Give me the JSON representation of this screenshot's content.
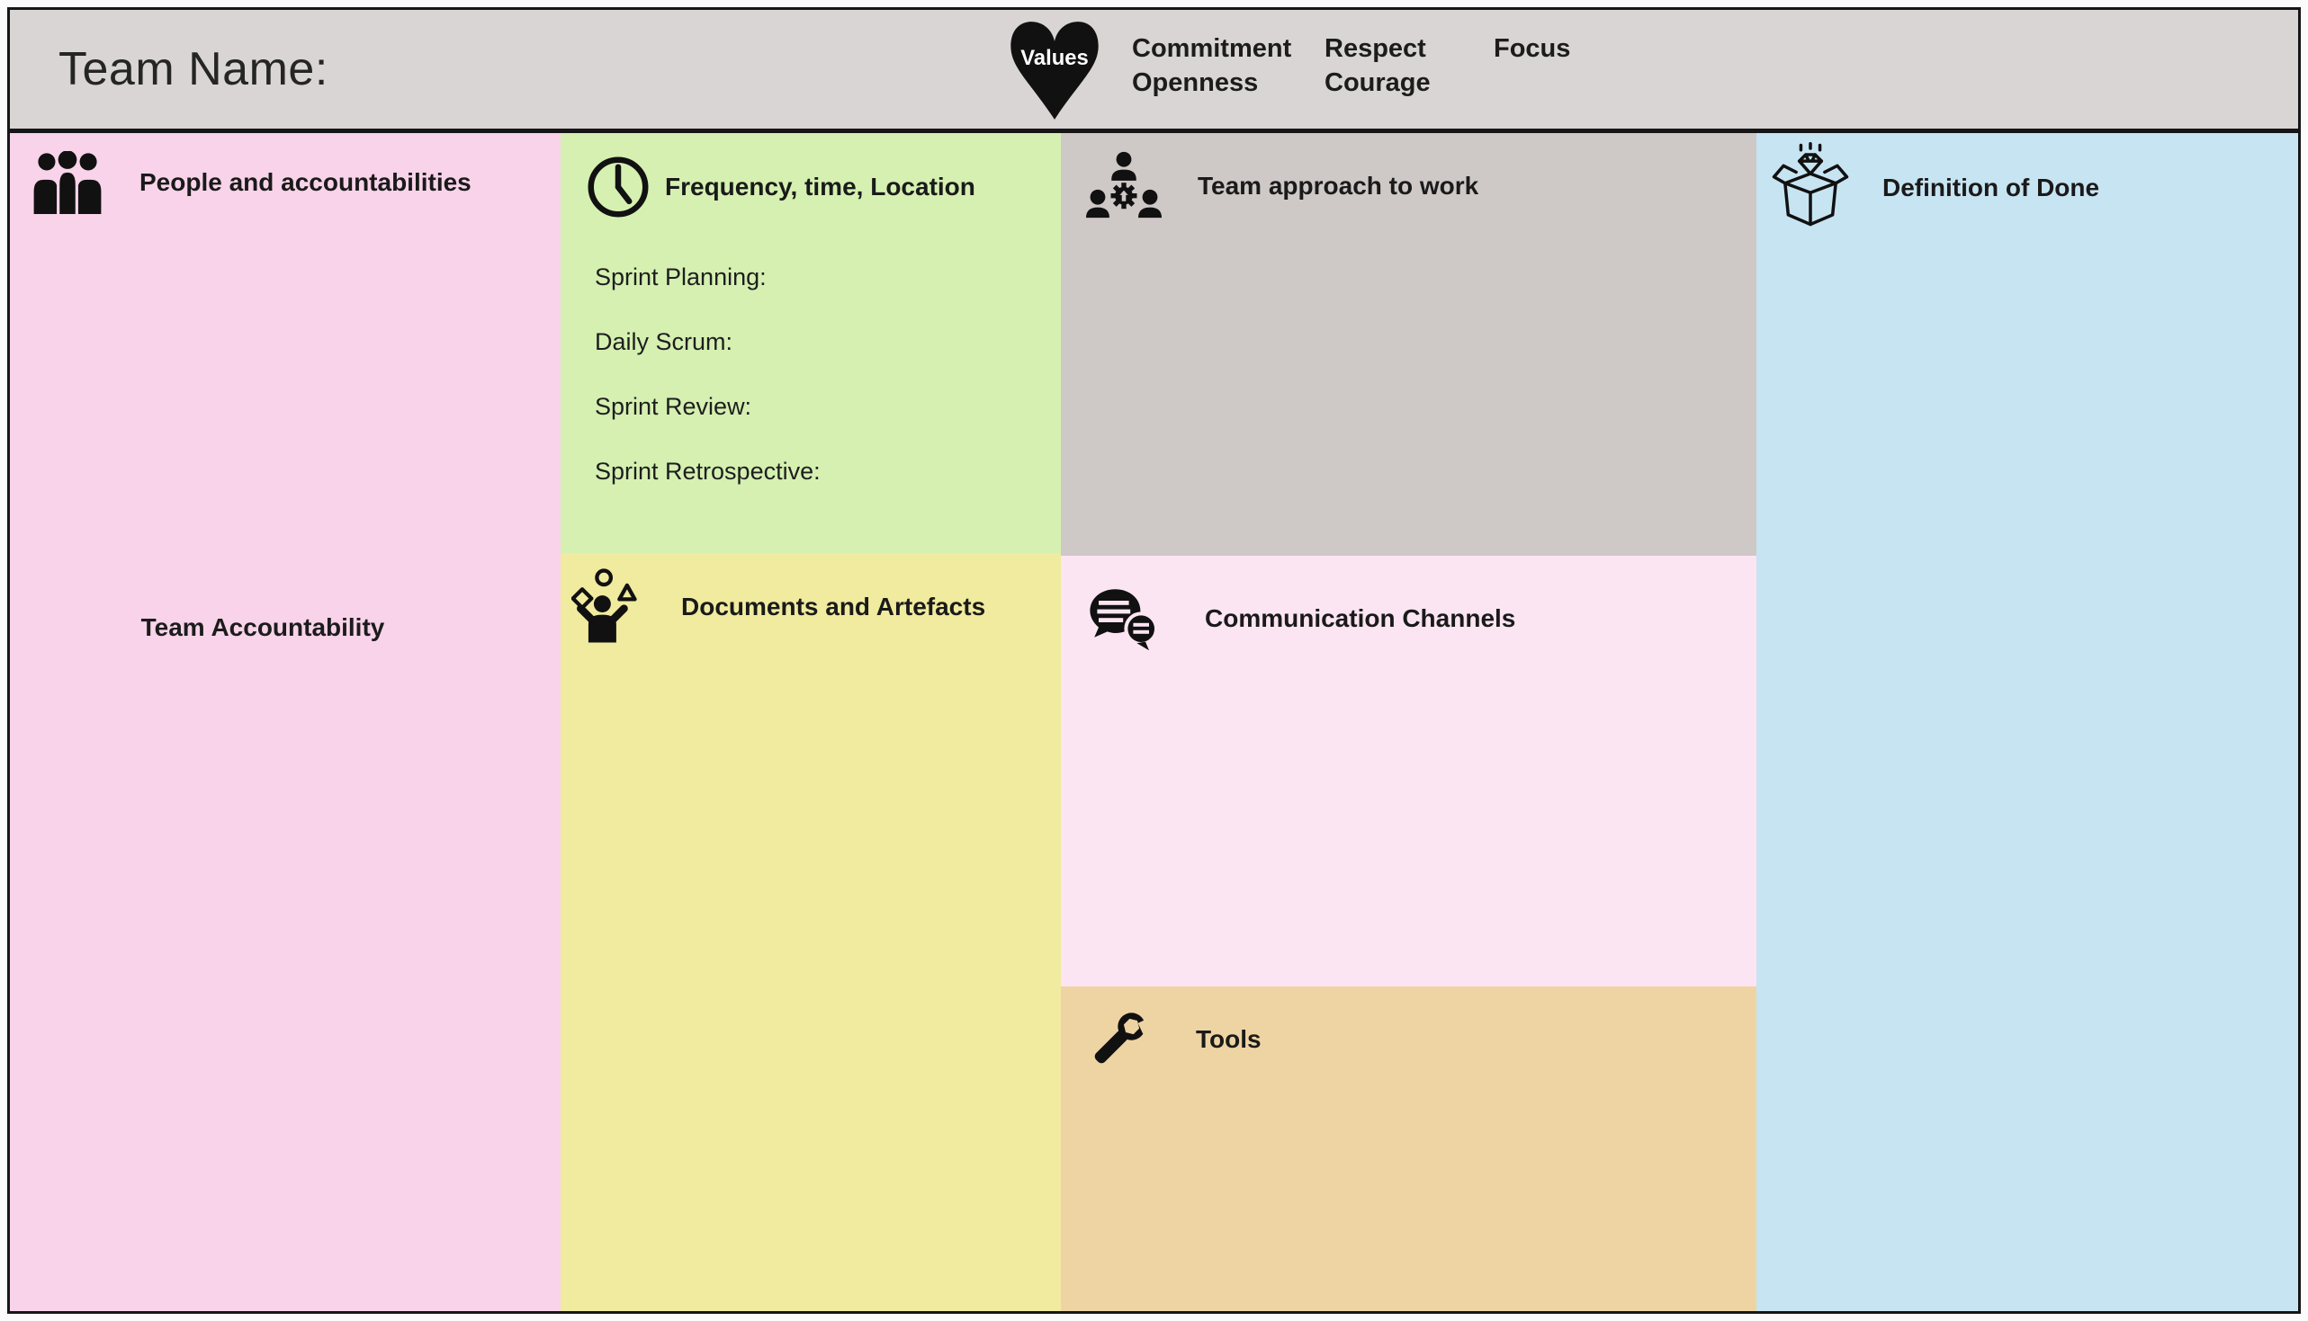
{
  "header": {
    "team_name_label": "Team Name:",
    "values_label": "Values",
    "values_groups": [
      {
        "line1": "Commitment",
        "line2": "Openness"
      },
      {
        "line1": "Respect",
        "line2": "Courage"
      },
      {
        "line1": "Focus",
        "line2": ""
      }
    ]
  },
  "sections": {
    "people": {
      "title": "People and accountabilities",
      "note": "Team Accountability"
    },
    "frequency": {
      "title": "Frequency, time, Location",
      "items": [
        "Sprint Planning:",
        "Daily Scrum:",
        "Sprint Review:",
        "Sprint Retrospective:"
      ]
    },
    "documents": {
      "title": "Documents and Artefacts"
    },
    "approach": {
      "title": "Team approach to work"
    },
    "communication": {
      "title": "Communication Channels"
    },
    "tools": {
      "title": "Tools"
    },
    "definition_of_done": {
      "title": "Definition of Done"
    }
  },
  "icons": {
    "header_badge": "heart-values-icon",
    "people": "people-group-icon",
    "frequency": "clock-icon",
    "documents": "juggler-icon",
    "approach": "team-gear-icon",
    "communication": "speech-bubbles-icon",
    "tools": "wrench-icon",
    "definition_of_done": "open-box-diamond-icon"
  },
  "colors": {
    "header_bg": "#d9d5d4",
    "people_bg": "#f8d3e9",
    "frequency_bg": "#d5f0b1",
    "documents_bg": "#f0eb9e",
    "approach_bg": "#cec8c6",
    "communication_bg": "#fce5f2",
    "tools_bg": "#eed4a3",
    "definition_of_done_bg": "#c7e4f2",
    "border": "#161616",
    "icon": "#111111",
    "text": "#1c1c1c"
  }
}
